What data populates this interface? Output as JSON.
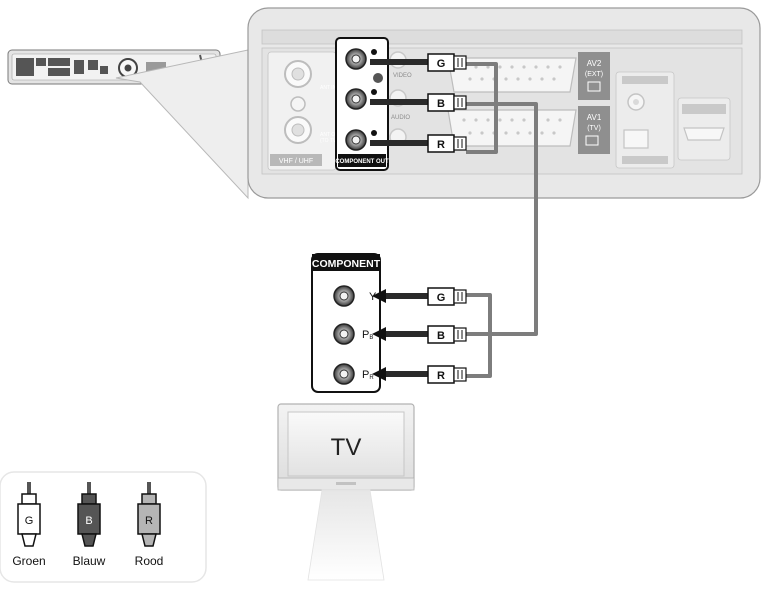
{
  "panel": {
    "ant_in": "ANT IN",
    "ant_out": "ANT OUT",
    "ant_out_sub": "(TO TV)",
    "vhf_uhf": "VHF / UHF",
    "video": "VIDEO",
    "audio": "AUDIO",
    "component_out": "COMPONENT OUT",
    "av2": "AV2",
    "av2_sub": "(EXT)",
    "av1": "AV1",
    "av1_sub": "(TV)"
  },
  "plugs": {
    "green": "G",
    "blue": "B",
    "red": "R"
  },
  "tv_component": {
    "title": "COMPONENT",
    "y": "Y",
    "pb": "P",
    "pb_sub": "B",
    "pr": "P",
    "pr_sub": "R"
  },
  "tv": {
    "label": "TV"
  },
  "legend": [
    {
      "letter": "G",
      "name": "Groen"
    },
    {
      "letter": "B",
      "name": "Blauw"
    },
    {
      "letter": "R",
      "name": "Rood"
    }
  ]
}
